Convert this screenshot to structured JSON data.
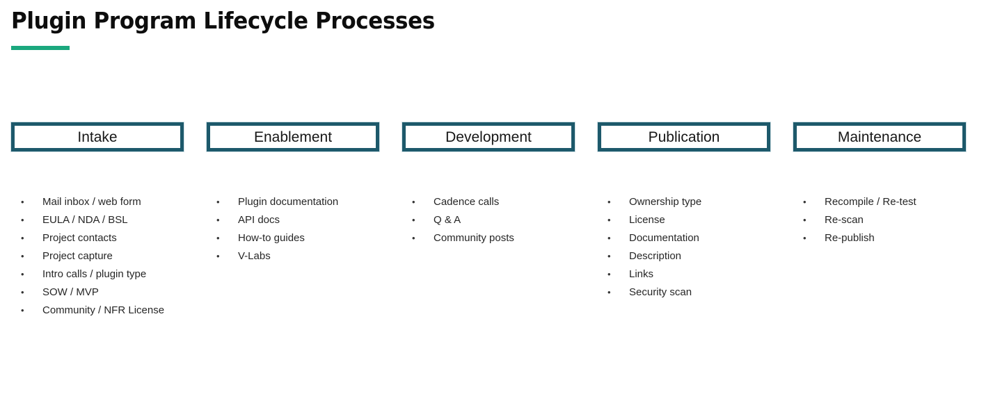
{
  "header": {
    "title": "Plugin Program Lifecycle Processes",
    "accent_color": "#1ba87e"
  },
  "theme": {
    "box_border_color": "#1d596b",
    "text_color": "#262626",
    "background": "#ffffff"
  },
  "phases": [
    {
      "name": "Intake",
      "bullet_glyph": "•",
      "items": [
        "Mail inbox / web form",
        "EULA / NDA / BSL",
        "Project contacts",
        "Project capture",
        "Intro calls / plugin type",
        "SOW / MVP",
        "Community / NFR License"
      ]
    },
    {
      "name": "Enablement",
      "bullet_glyph": "•",
      "items": [
        "Plugin documentation",
        "API docs",
        "How-to guides",
        "V-Labs"
      ]
    },
    {
      "name": "Development",
      "bullet_glyph": "•",
      "items": [
        "Cadence calls",
        "Q & A",
        "Community posts"
      ]
    },
    {
      "name": "Publication",
      "bullet_glyph": "•",
      "items": [
        "Ownership type",
        "License",
        "Documentation",
        "Description",
        "Links",
        "Security scan"
      ]
    },
    {
      "name": "Maintenance",
      "bullet_glyph": "•",
      "items": [
        "Recompile / Re-test",
        "Re-scan",
        "Re-publish"
      ]
    }
  ]
}
